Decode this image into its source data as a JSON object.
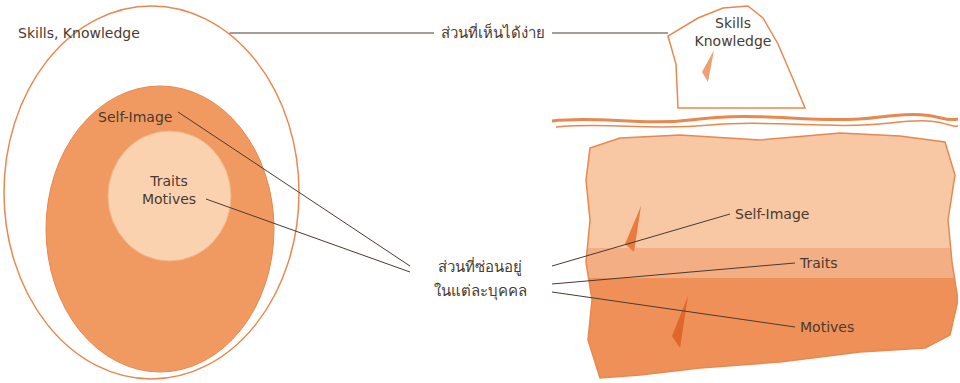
{
  "diagram": {
    "nodes": [
      {
        "text": [
          "Skills, Knowledge"
        ]
      },
      {
        "text": [
          "Self-Image"
        ],
        "in": 0
      },
      {
        "text": [
          "Traits Motives"
        ],
        "in": 1
      },
      {
        "text": [
          "Skills Knowledge"
        ]
      },
      {
        "text": [
          "Self-Image"
        ]
      },
      {
        "text": [
          "Traits"
        ]
      },
      {
        "text": [
          "Motives"
        ]
      }
    ],
    "edges": [
      {
        "from": 0,
        "to": 3,
        "arrow": "none",
        "label": "ส่วนที่เห็นได้ง่าย"
      }
    ],
    "labels": [
      "ส่วนที่ซ่อนอยู่",
      "ในแต่ละบุคคล"
    ]
  }
}
